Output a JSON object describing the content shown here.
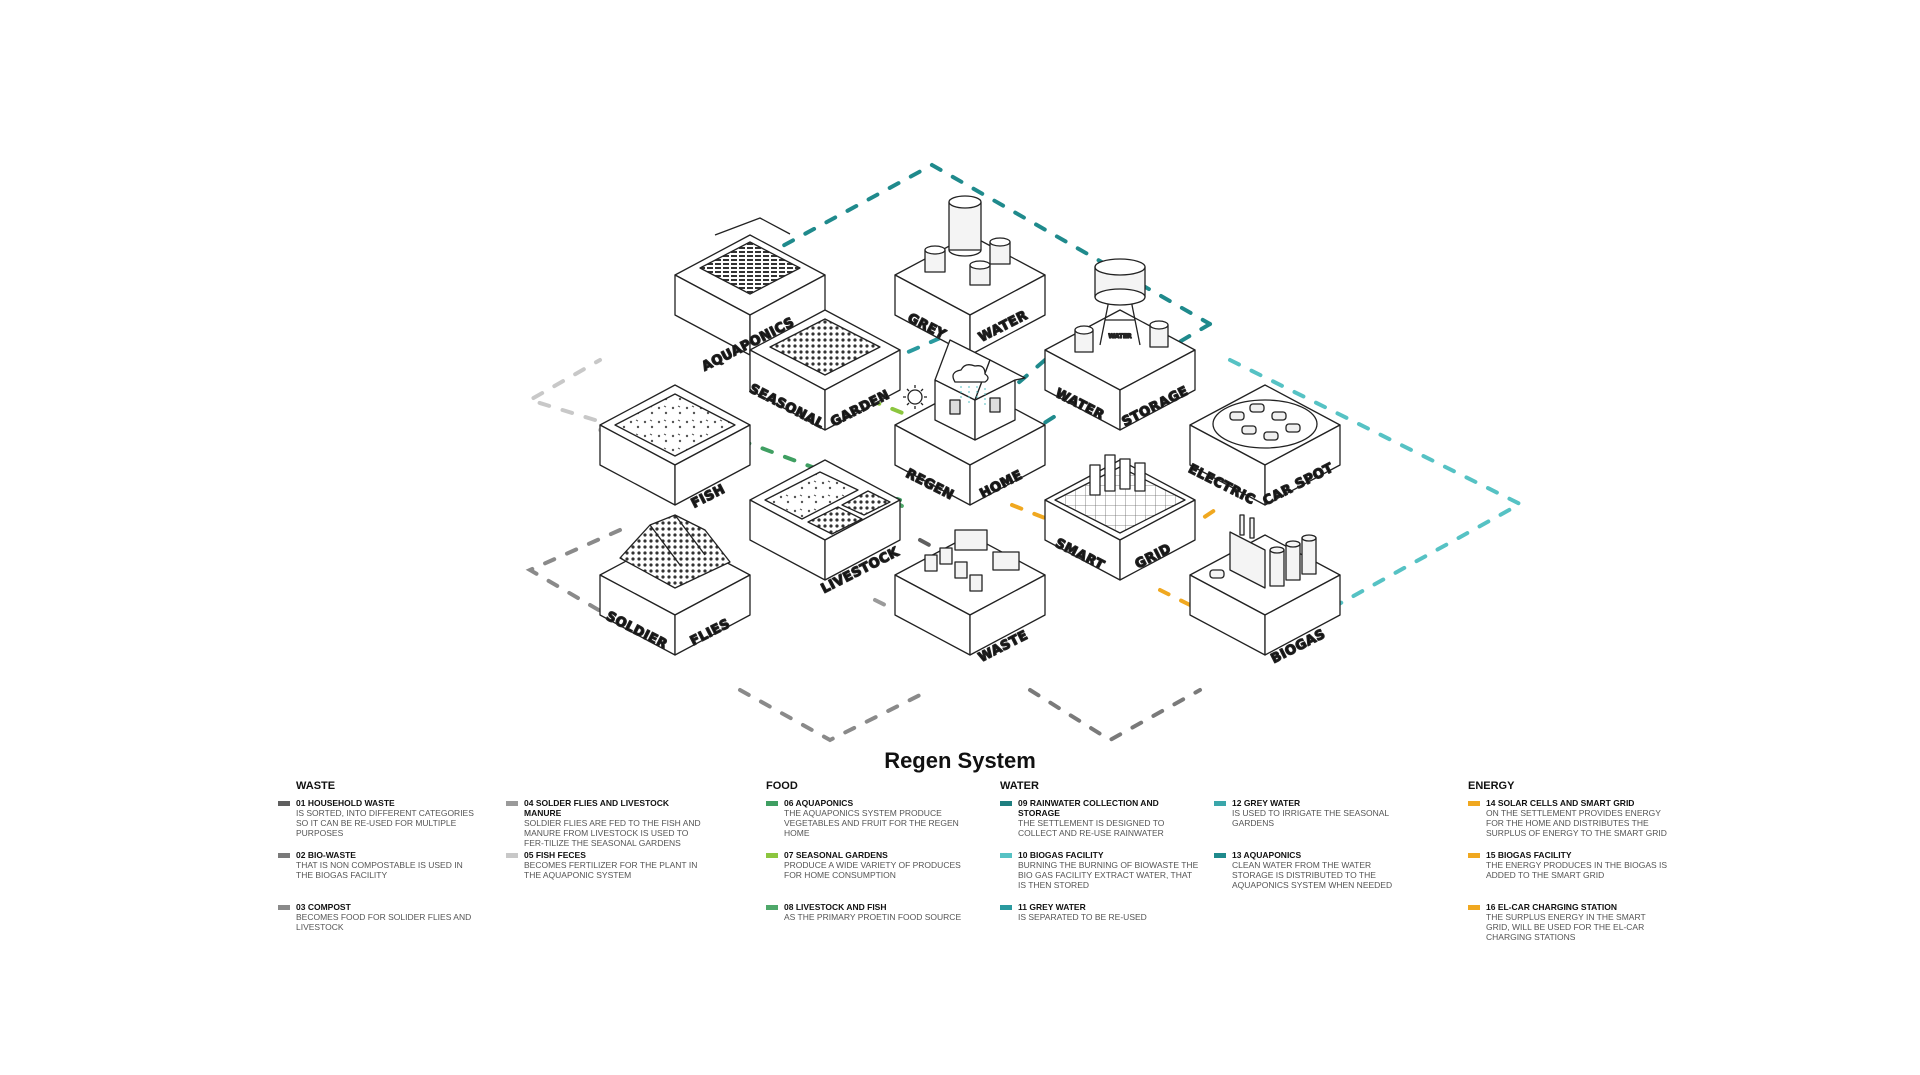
{
  "title": "Regen System",
  "tiles": {
    "aquaponics": "AQUAPONICS",
    "grey_water": [
      "GREY",
      "WATER"
    ],
    "seasonal_garden": [
      "SEASONAL",
      "GARDEN"
    ],
    "water_storage": [
      "WATER",
      "STORAGE"
    ],
    "water_tank_label": "WATER",
    "fish": "FISH",
    "regen_home": [
      "REGEN",
      "HOME"
    ],
    "electric_car_spot": [
      "ELECTRIC",
      "CAR SPOT"
    ],
    "livestock": "LIVESTOCK",
    "smart_grid": [
      "SMART",
      "GRID"
    ],
    "soldier_flies": [
      "SOLDIER",
      "FLIES"
    ],
    "waste": "WASTE",
    "biogas": "BIOGAS"
  },
  "colors": {
    "waste_dark": "#5f5f5f",
    "waste_mid": "#8a8a8a",
    "waste_light": "#c8c8c8",
    "food_green": "#3f9f62",
    "food_light_green": "#8cc63f",
    "food_mid_green": "#4fa86a",
    "water_teal": "#1f8a8c",
    "water_light_teal": "#56c2c4",
    "water_mid_teal": "#2a9a9f",
    "energy_yellow": "#f0a820"
  },
  "legend": {
    "categories": {
      "waste": "WASTE",
      "food": "FOOD",
      "water": "WATER",
      "energy": "ENERGY"
    },
    "items": [
      {
        "title": "01 HOUSEHOLD WASTE",
        "desc": "IS SORTED, INTO DIFFERENT CATEGORIES SO IT CAN BE RE-USED FOR MULTIPLE PURPOSES",
        "color": "#5f5f5f"
      },
      {
        "title": "02 BIO-WASTE",
        "desc": "THAT IS NON COMPOSTABLE IS USED IN THE BIOGAS FACILITY",
        "color": "#7a7a7a"
      },
      {
        "title": "03 COMPOST",
        "desc": "BECOMES FOOD FOR SOLIDER FLIES AND LIVESTOCK",
        "color": "#8a8a8a"
      },
      {
        "title": "04 SOLDER FLIES AND LIVESTOCK MANURE",
        "desc": "SOLDIER FLIES ARE FED TO THE FISH AND MANURE FROM LIVESTOCK IS USED TO FER-TILIZE THE SEASONAL GARDENS",
        "color": "#9a9a9a"
      },
      {
        "title": "05 FISH FECES",
        "desc": "BECOMES FERTILIZER FOR THE PLANT IN THE AQUAPONIC SYSTEM",
        "color": "#c8c8c8"
      },
      {
        "title": "06 AQUAPONICS",
        "desc": "THE AQUAPONICS SYSTEM PRODUCE VEGETABLES AND FRUIT FOR THE REGEN HOME",
        "color": "#3f9f62"
      },
      {
        "title": "07 SEASONAL GARDENS",
        "desc": "PRODUCE A WIDE VARIETY OF PRODUCES FOR HOME CONSUMPTION",
        "color": "#8cc63f"
      },
      {
        "title": "08 LIVESTOCK AND FISH",
        "desc": "AS THE PRIMARY PROETIN FOOD SOURCE",
        "color": "#4fa86a"
      },
      {
        "title": "09 RAINWATER COLLECTION AND STORAGE",
        "desc": "THE SETTLEMENT IS DESIGNED TO COLLECT AND RE-USE RAINWATER",
        "color": "#1f7f80"
      },
      {
        "title": "10 BIOGAS FACILITY",
        "desc": "BURNING THE BURNING OF BIOWASTE THE BIO GAS FACILITY EXTRACT WATER, THAT IS THEN STORED",
        "color": "#56c2c4"
      },
      {
        "title": "11 GREY WATER",
        "desc": "IS SEPARATED TO BE RE-USED",
        "color": "#2a9a9f"
      },
      {
        "title": "12 GREY WATER",
        "desc": "IS USED TO IRRIGATE THE SEASONAL GARDENS",
        "color": "#3aa6aa"
      },
      {
        "title": "13 AQUAPONICS",
        "desc": "CLEAN WATER FROM THE WATER STORAGE IS DISTRIBUTED TO THE AQUAPONICS SYSTEM WHEN NEEDED",
        "color": "#1f8a8c"
      },
      {
        "title": "14 SOLAR CELLS AND SMART GRID",
        "desc": "ON THE SETTLEMENT PROVIDES ENERGY FOR THE HOME AND DISTRIBUTES THE SURPLUS OF ENERGY TO THE SMART GRID",
        "color": "#f0a820"
      },
      {
        "title": "15 BIOGAS FACILITY",
        "desc": "THE ENERGY PRODUCES IN THE BIOGAS IS ADDED TO THE SMART GRID",
        "color": "#f0a820"
      },
      {
        "title": "16 EL-CAR CHARGING STATION",
        "desc": "THE SURPLUS ENERGY IN THE SMART GRID, WILL BE USED FOR THE EL-CAR CHARGING STATIONS",
        "color": "#f0a820"
      }
    ]
  }
}
